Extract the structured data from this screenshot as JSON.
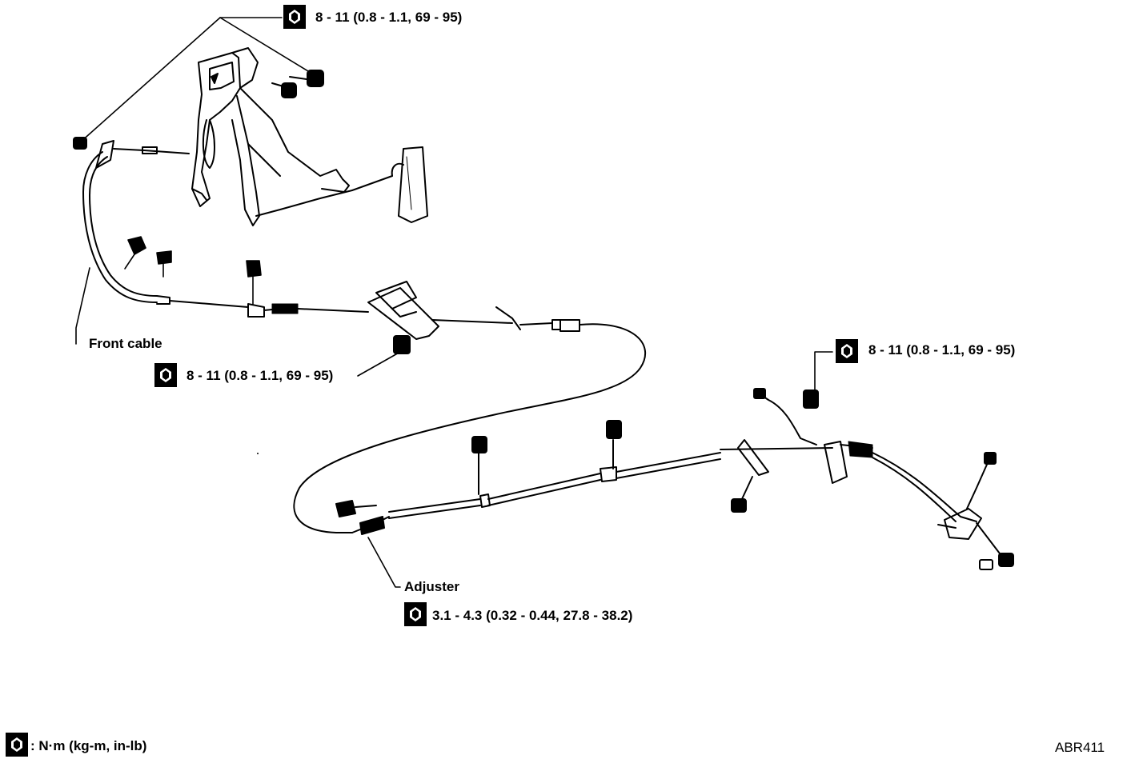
{
  "torque_specs": {
    "top": "8 - 11 (0.8 - 1.1, 69 - 95)",
    "middle_left": "8 - 11 (0.8 - 1.1, 69 - 95)",
    "right": "8 - 11 (0.8 - 1.1, 69 - 95)",
    "adjuster": "3.1 - 4.3 (0.32 - 0.44, 27.8 - 38.2)"
  },
  "labels": {
    "front_cable": "Front cable",
    "adjuster": "Adjuster"
  },
  "legend": {
    "units": ": N·m (kg-m, in-lb)"
  },
  "figure_id": "ABR411",
  "icons": {
    "torque": "torque-wrench-icon"
  }
}
